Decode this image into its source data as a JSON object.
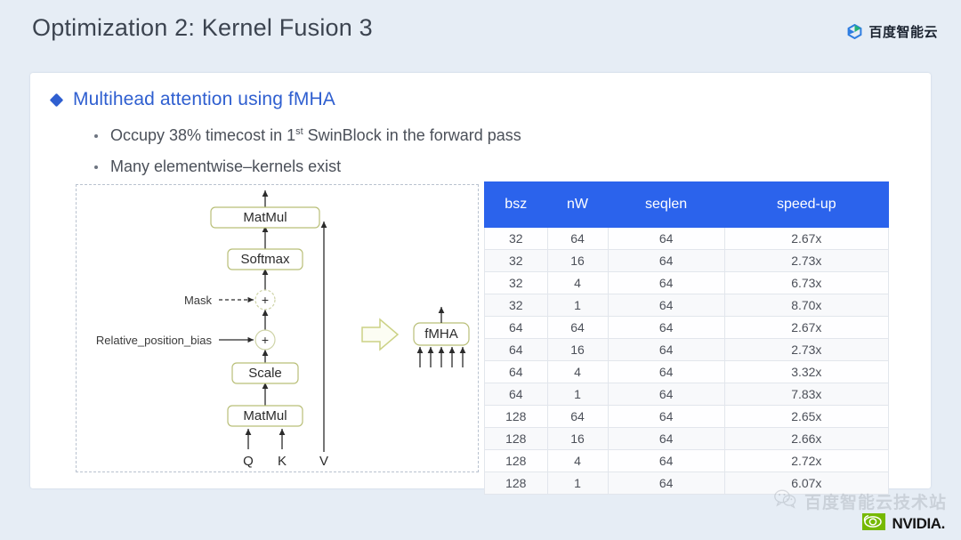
{
  "slide": {
    "title": "Optimization 2: Kernel Fusion 3"
  },
  "brand": {
    "icon": "baidu-cloud-logo-icon",
    "text": "百度智能云"
  },
  "section": {
    "bullet_icon": "diamond-bullet-icon",
    "heading": "Multihead attention using fMHA",
    "bullets": [
      {
        "prefix": "Occupy 38% timecost in 1",
        "sup": "st",
        "suffix": " SwinBlock in the forward pass"
      },
      {
        "prefix": "Many elementwise–kernels exist",
        "sup": "",
        "suffix": ""
      }
    ]
  },
  "diagram": {
    "title": "fmha-fusion-diagram",
    "left_nodes": [
      "MatMul",
      "Softmax",
      "Scale",
      "MatMul"
    ],
    "adders": [
      "+",
      "+"
    ],
    "side_labels": [
      "Mask",
      "Relative_position_bias"
    ],
    "inputs": [
      "Q",
      "K",
      "V"
    ],
    "arrow_icon": "right-arrow-icon",
    "fused_node": "fMHA"
  },
  "table": {
    "headers": [
      "bsz",
      "nW",
      "seqlen",
      "speed-up"
    ],
    "header_bg": "#2b63ec",
    "rows": [
      [
        "32",
        "64",
        "64",
        "2.67x"
      ],
      [
        "32",
        "16",
        "64",
        "2.73x"
      ],
      [
        "32",
        "4",
        "64",
        "6.73x"
      ],
      [
        "32",
        "1",
        "64",
        "8.70x"
      ],
      [
        "64",
        "64",
        "64",
        "2.67x"
      ],
      [
        "64",
        "16",
        "64",
        "2.73x"
      ],
      [
        "64",
        "4",
        "64",
        "3.32x"
      ],
      [
        "64",
        "1",
        "64",
        "7.83x"
      ],
      [
        "128",
        "64",
        "64",
        "2.65x"
      ],
      [
        "128",
        "16",
        "64",
        "2.66x"
      ],
      [
        "128",
        "4",
        "64",
        "2.72x"
      ],
      [
        "128",
        "1",
        "64",
        "6.07x"
      ]
    ]
  },
  "footer": {
    "wechat_icon": "wechat-icon",
    "watermark_text": "百度智能云技术站",
    "nvidia_icon": "nvidia-eye-logo-icon",
    "nvidia_text": "NVIDIA."
  }
}
